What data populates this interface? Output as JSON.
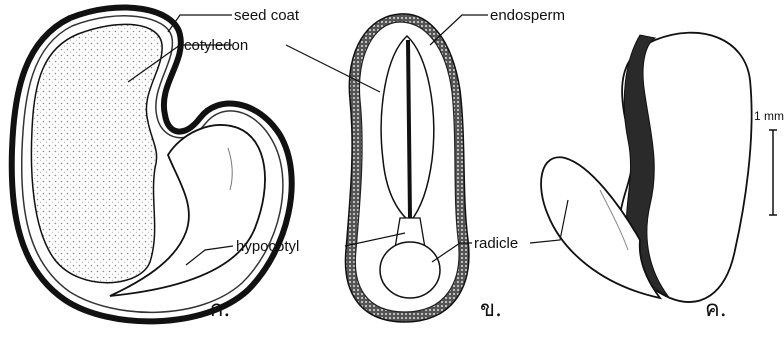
{
  "labels": {
    "seed_coat": "seed coat",
    "cotyledon": "cotyledon",
    "endosperm": "endosperm",
    "hypocotyl": "hypocotyl",
    "radicle": "radicle"
  },
  "panels": [
    "ก.",
    "ข.",
    "ค."
  ],
  "scale_bar": {
    "label": "1 mm"
  },
  "colors": {
    "ink": "#111111",
    "stipple": "#9a9a9a",
    "coat": "#2a2a2a"
  }
}
